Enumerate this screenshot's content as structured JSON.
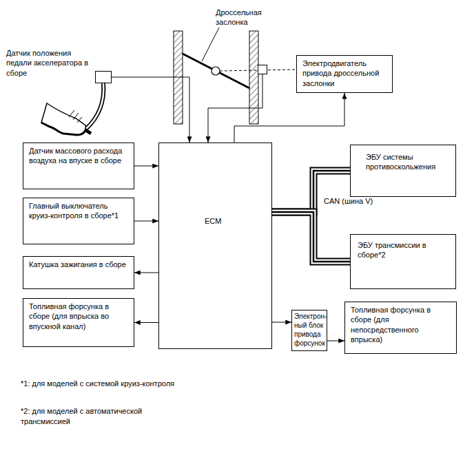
{
  "diagram": {
    "nodes": [
      {
        "text": [
          "Датчик положения педали акселератора в сборе"
        ]
      },
      {
        "text": [
          "Дроссельная заслонка"
        ]
      },
      {
        "text": [
          "Электродвигатель привода дроссельной заслонки"
        ]
      },
      {
        "text": [
          "Датчик массового расхода воздуха на впуске в сборе"
        ]
      },
      {
        "text": [
          "Главный выключатель круиз-контроля в сборе*1"
        ]
      },
      {
        "text": [
          "Катушка зажигания в сборе"
        ]
      },
      {
        "text": [
          "Топливная форсунка в сборе (для впрыска во впускной канал)"
        ]
      },
      {
        "text": [
          "ECM"
        ]
      },
      {
        "text": [
          "ЭБУ системы противоскольжения"
        ]
      },
      {
        "text": [
          "ЭБУ трансмиссии в сборе*2"
        ]
      },
      {
        "text": [
          "Электрон- ный блок привода форсунок"
        ]
      },
      {
        "text": [
          "Топливная форсунка в сборе (для непосредственного впрыска)"
        ]
      }
    ],
    "edges": [
      {
        "from": 0,
        "to": 7,
        "arrow": "to"
      },
      {
        "from": 1,
        "to": 7,
        "arrow": "to"
      },
      {
        "from": 7,
        "to": 2,
        "arrow": "to"
      },
      {
        "from": 3,
        "to": 7,
        "arrow": "to"
      },
      {
        "from": 4,
        "to": 7,
        "arrow": "to"
      },
      {
        "from": 7,
        "to": 5,
        "arrow": "to"
      },
      {
        "from": 7,
        "to": 6,
        "arrow": "to"
      },
      {
        "from": 7,
        "to": 10,
        "arrow": "to"
      },
      {
        "from": 10,
        "to": 11,
        "arrow": "to"
      },
      {
        "from": 7,
        "to": 8,
        "label": "CAN (шина V)",
        "arrow": "none"
      },
      {
        "from": 7,
        "to": 9,
        "arrow": "none"
      }
    ],
    "labels": [
      "*1: для моделей с системой круиз-контроля",
      "*2: для моделей с автоматической трансмиссией"
    ]
  }
}
